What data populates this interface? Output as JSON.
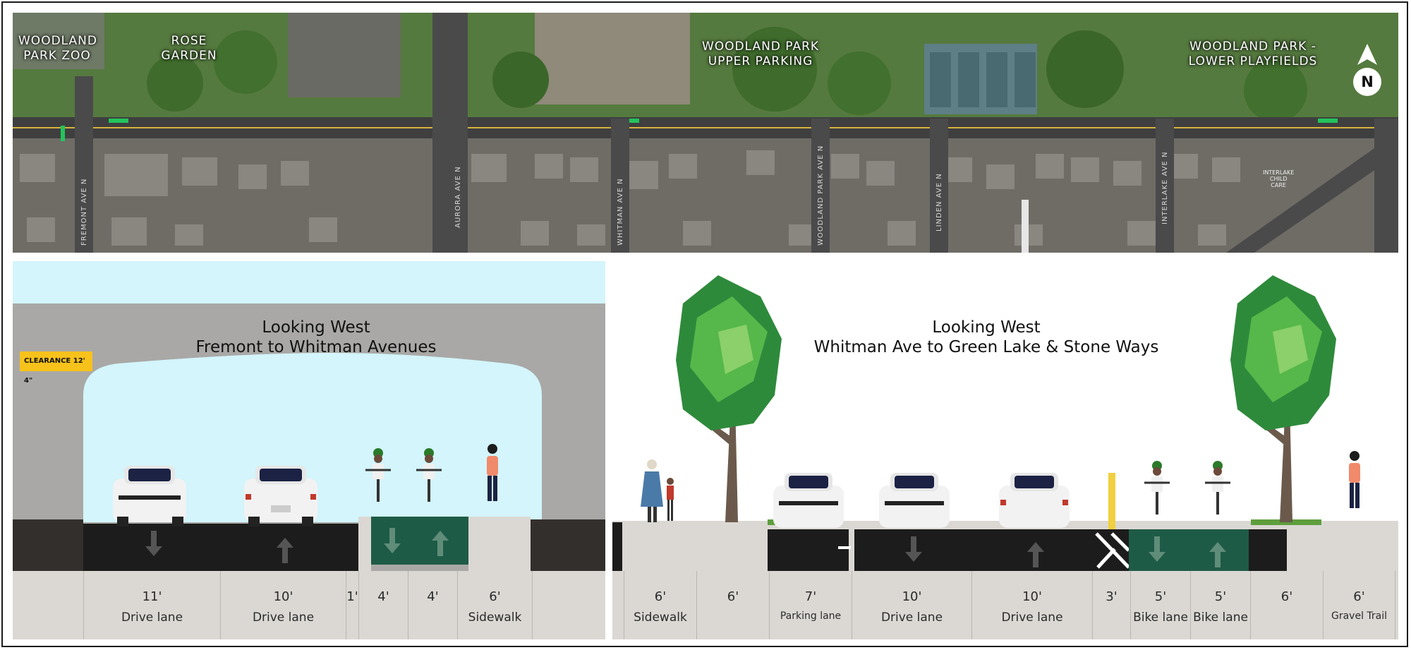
{
  "map": {
    "labels": {
      "zoo": [
        "WOODLAND",
        "PARK ZOO"
      ],
      "rose": [
        "ROSE",
        "GARDEN"
      ],
      "upper": [
        "WOODLAND PARK",
        "UPPER PARKING"
      ],
      "lower": [
        "WOODLAND PARK -",
        "LOWER PLAYFIELDS"
      ]
    },
    "streets": {
      "fremont": "FREMONT AVE N",
      "aurora": "AURORA AVE N",
      "whitman": "WHITMAN AVE N",
      "woodland": "WOODLAND PARK AVE N",
      "linden": "LINDEN AVE N",
      "interlake": "INTERLAKE AVE N"
    },
    "interlake_care": [
      "INTERLAKE",
      "CHILD",
      "CARE"
    ],
    "north": "N"
  },
  "colors": {
    "sky": "#d3f5fb",
    "lane_dark": "#1c1c1c",
    "bike_green": "#1e5b46",
    "sidewalk": "#dbd8d4",
    "tunnel": "#a9a8a6",
    "clearance_sign": "#f7c21b"
  },
  "left_section": {
    "title_line1": "Looking West",
    "title_line2": "Fremont to Whitman Avenues",
    "clearance_sign": "CLEARANCE 12' 4\"",
    "segments": [
      {
        "dim": "",
        "name": ""
      },
      {
        "dim": "11'",
        "name": "Drive lane"
      },
      {
        "dim": "10'",
        "name": "Drive lane"
      },
      {
        "dim": "1'",
        "name": ""
      },
      {
        "dim": "4'",
        "name": ""
      },
      {
        "dim": "4'",
        "name": ""
      },
      {
        "dim": "6'",
        "name": "Sidewalk"
      },
      {
        "dim": "",
        "name": ""
      }
    ]
  },
  "right_section": {
    "title_line1": "Looking West",
    "title_line2": "Whitman Ave to Green Lake & Stone Ways",
    "segments": [
      {
        "dim": "",
        "name": ""
      },
      {
        "dim": "6'",
        "name": "Sidewalk"
      },
      {
        "dim": "6'",
        "name": ""
      },
      {
        "dim": "7'",
        "name": "Parking lane"
      },
      {
        "dim": "10'",
        "name": "Drive lane"
      },
      {
        "dim": "10'",
        "name": "Drive lane"
      },
      {
        "dim": "3'",
        "name": ""
      },
      {
        "dim": "5'",
        "name": "Bike lane"
      },
      {
        "dim": "5'",
        "name": "Bike lane"
      },
      {
        "dim": "6'",
        "name": ""
      },
      {
        "dim": "6'",
        "name": "Gravel Trail"
      },
      {
        "dim": "",
        "name": ""
      }
    ]
  }
}
